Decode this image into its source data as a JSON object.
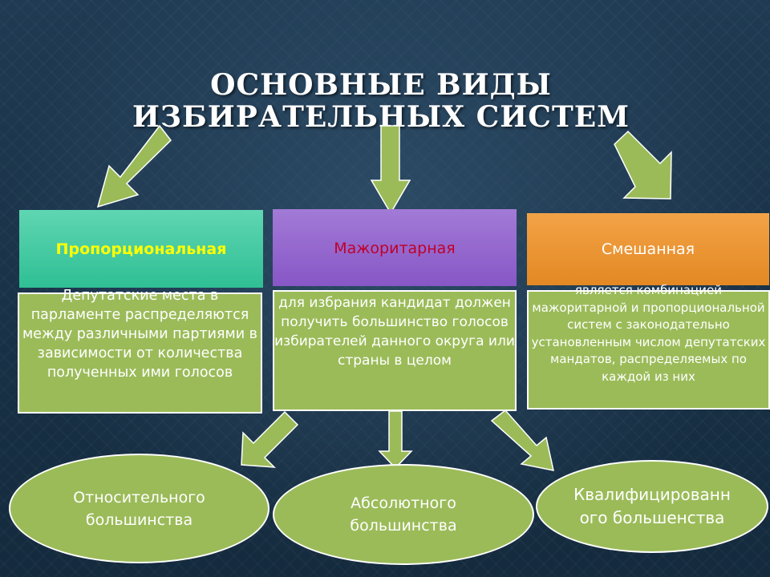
{
  "title": "ОСНОВНЫЕ ВИДЫ ИЗБИРАТЕЛЬНЫХ СИСТЕМ",
  "colors": {
    "proportional": "#2fbf94",
    "majoritarian": "#8757c6",
    "mixed": "#e38823",
    "box": "#9bbb59",
    "arrow": "#9bbb59"
  },
  "systems": [
    {
      "name": "Пропорциональная",
      "description": "Депутатские места в парламенте распределяются между различными партиями в зависимости от количества полученных ими голосов"
    },
    {
      "name": "Мажоритарная",
      "description": "для избрания кандидат должен получить большинство голосов избирателей данного округа или страны в целом"
    },
    {
      "name": "Смешанная",
      "description": "является комбинацией мажоритарной и пропорциональной систем с законодательно установленным числом депутатских мандатов, распределяемых по каждой из них"
    }
  ],
  "majority_types": [
    "Относительного большинства",
    "Абсолютного большинства",
    "Квалифицированного большенства"
  ]
}
